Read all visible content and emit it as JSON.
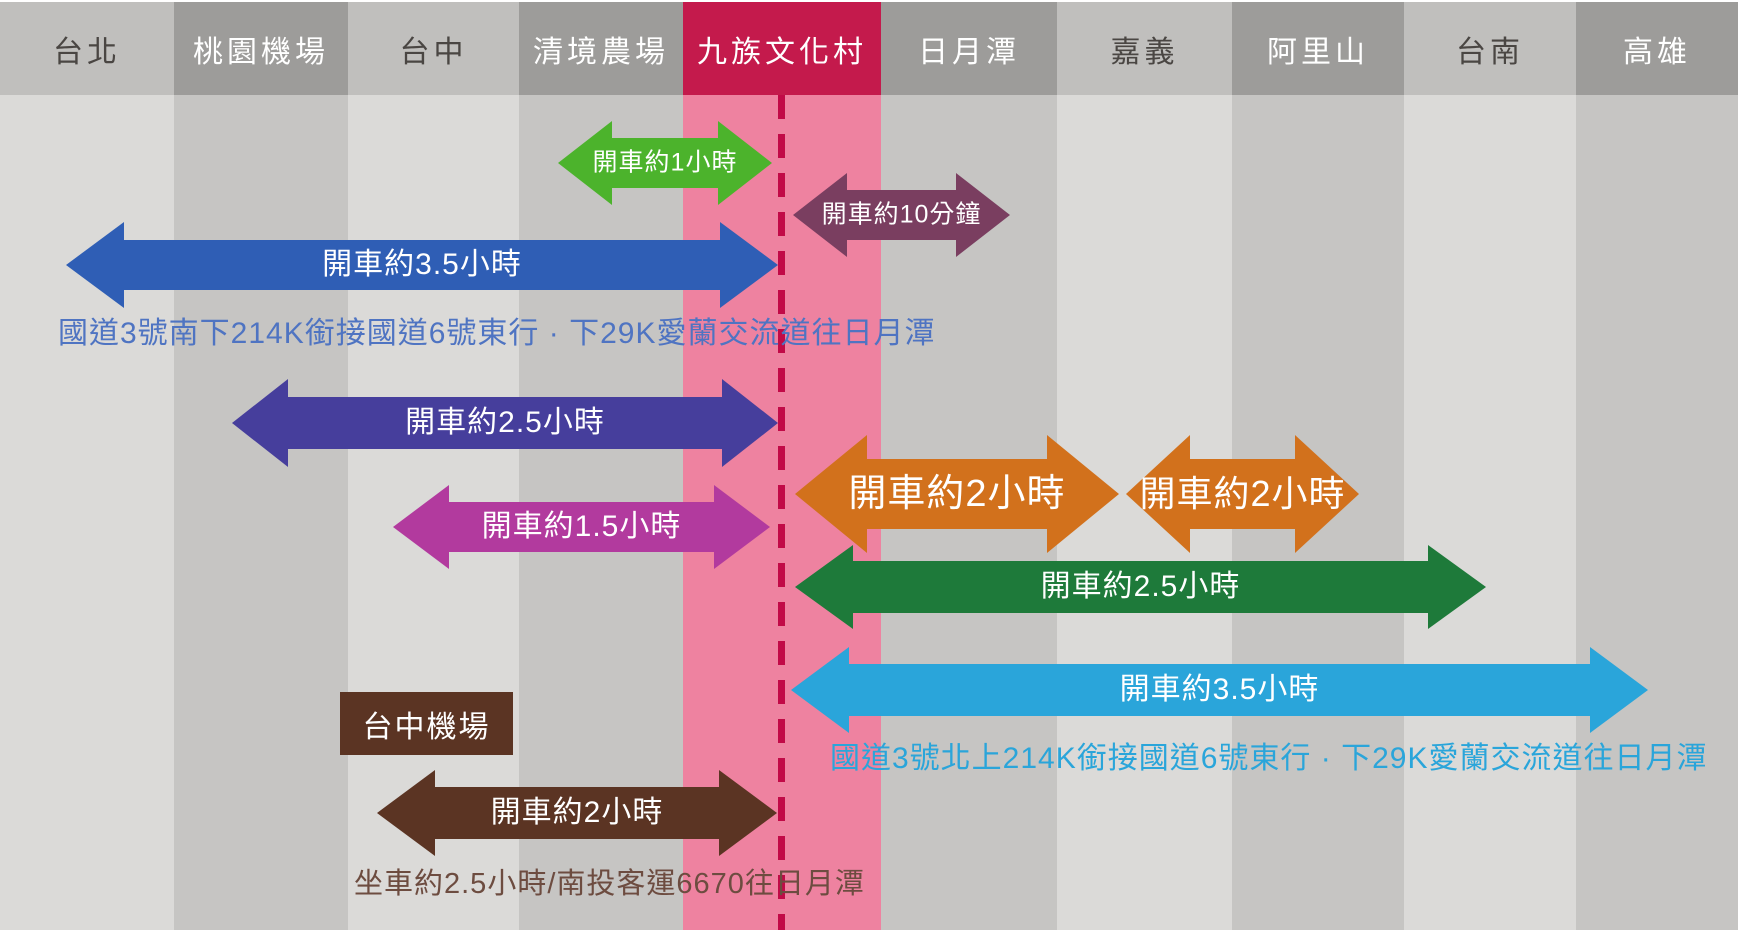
{
  "map": {
    "columns": [
      {
        "label": "台北",
        "header_bg": "#c0bfbd",
        "header_fg": "#4a4643",
        "body_bg": "#dbdad8"
      },
      {
        "label": "桃園機場",
        "header_bg": "#9d9c9a",
        "header_fg": "#ffffff",
        "body_bg": "#c6c5c3"
      },
      {
        "label": "台中",
        "header_bg": "#c0bfbd",
        "header_fg": "#4a4643",
        "body_bg": "#dbdad8"
      },
      {
        "label": "清境農場",
        "header_bg": "#9d9c9a",
        "header_fg": "#ffffff",
        "body_bg": "#c6c5c3"
      },
      {
        "label": "九族文化村",
        "header_bg": "#c41a4c",
        "header_fg": "#ffffff",
        "body_bg": "#ee82a0"
      },
      {
        "label": "日月潭",
        "header_bg": "#9d9c9a",
        "header_fg": "#ffffff",
        "body_bg": "#c6c5c3"
      },
      {
        "label": "嘉義",
        "header_bg": "#c0bfbd",
        "header_fg": "#4a4643",
        "body_bg": "#dbdad8"
      },
      {
        "label": "阿里山",
        "header_bg": "#9d9c9a",
        "header_fg": "#ffffff",
        "body_bg": "#c6c5c3"
      },
      {
        "label": "台南",
        "header_bg": "#c0bfbd",
        "header_fg": "#4a4643",
        "body_bg": "#dbdad8"
      },
      {
        "label": "高雄",
        "header_bg": "#9d9c9a",
        "header_fg": "#ffffff",
        "body_bg": "#c6c5c3"
      }
    ],
    "divider_color": "#c10a47",
    "arrows": [
      {
        "from": "清境農場",
        "to": "九族文化村",
        "label": "開車約1小時",
        "color": "#4cb32c"
      },
      {
        "from": "九族文化村",
        "to": "日月潭",
        "label": "開車約10分鐘",
        "color": "#7a3e60"
      },
      {
        "from": "台北",
        "to": "九族文化村",
        "label": "開車約3.5小時",
        "color": "#2f5eb5"
      },
      {
        "from": "桃園機場",
        "to": "九族文化村",
        "label": "開車約2.5小時",
        "color": "#463e9c"
      },
      {
        "from": "日月潭",
        "to": "嘉義",
        "label": "開車約2小時",
        "color": "#d2711c"
      },
      {
        "from": "嘉義",
        "to": "阿里山",
        "label": "開車約2小時",
        "color": "#d2711c"
      },
      {
        "from": "台中",
        "to": "九族文化村",
        "label": "開車約1.5小時",
        "color": "#b23a9e"
      },
      {
        "from": "日月潭",
        "to": "台南",
        "label": "開車約2.5小時",
        "color": "#1e7a3a"
      },
      {
        "from": "日月潭",
        "to": "高雄",
        "label": "開車約3.5小時",
        "color": "#2aa5da"
      },
      {
        "from": "台中機場",
        "to": "九族文化村",
        "label": "開車約2小時",
        "color": "#5b3423"
      }
    ],
    "notes": [
      {
        "text": "國道3號南下214K銜接國道6號東行 · 下29K愛蘭交流道往日月潭",
        "color": "#4f74c2"
      },
      {
        "text": "國道3號北上214K銜接國道6號東行 · 下29K愛蘭交流道往日月潭",
        "color": "#2aa5da"
      },
      {
        "text": "坐車約2.5小時/南投客運6670往日月潭",
        "color": "#6d4c40"
      }
    ],
    "station_badge": {
      "text": "台中機場",
      "bg": "#5b3423",
      "fg": "#ffffff"
    }
  }
}
